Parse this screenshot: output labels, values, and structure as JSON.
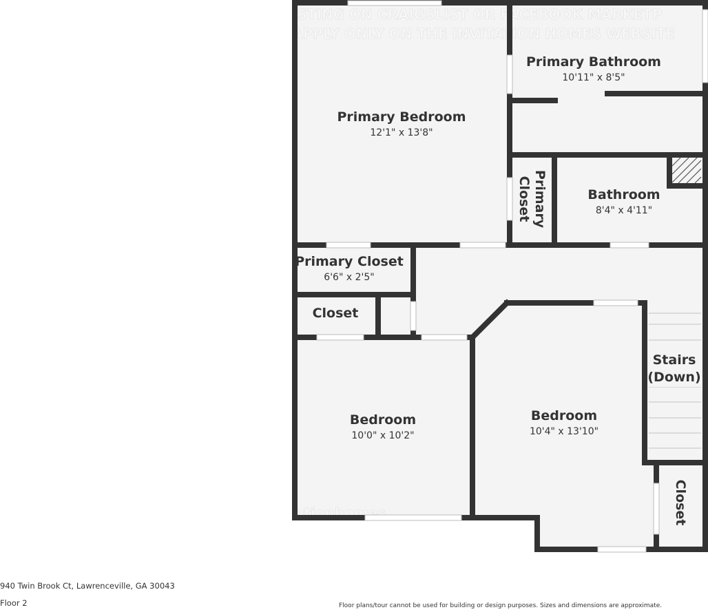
{
  "colors": {
    "wall": "#333333",
    "floor": "#f4f4f4",
    "window": "#ffffff",
    "text": "#333333"
  },
  "watermark": {
    "line1": "ISTING ON CRAIGSLIST OR FACEBOOK MARKETP",
    "line2": "APPLY ONLY ON THE INVITATION HOMES WEBSITE",
    "brand": "ationhomes"
  },
  "rooms": {
    "primary_bedroom": {
      "name": "Primary Bedroom",
      "dims": "12'1\" x 13'8\""
    },
    "primary_bathroom": {
      "name": "Primary Bathroom",
      "dims": "10'11\" x 8'5\""
    },
    "primary_closet_upper": {
      "name_line1": "Primary",
      "name_line2": "Closet"
    },
    "bathroom": {
      "name": "Bathroom",
      "dims": "8'4\" x 4'11\""
    },
    "primary_closet_lower": {
      "name": "Primary Closet",
      "dims": "6'6\" x 2'5\""
    },
    "closet_left": {
      "name": "Closet"
    },
    "bedroom_left": {
      "name": "Bedroom",
      "dims": "10'0\" x 10'2\""
    },
    "bedroom_right": {
      "name": "Bedroom",
      "dims": "10'4\" x 13'10\""
    },
    "stairs": {
      "name_line1": "Stairs",
      "name_line2": "(Down)"
    },
    "closet_right": {
      "name": "Closet"
    }
  },
  "footer": {
    "address": "940 Twin Brook Ct, Lawrenceville, GA 30043",
    "floor": "Floor 2",
    "disclaimer": "Floor plans/tour cannot be used for building or design purposes. Sizes and dimensions are approximate."
  }
}
